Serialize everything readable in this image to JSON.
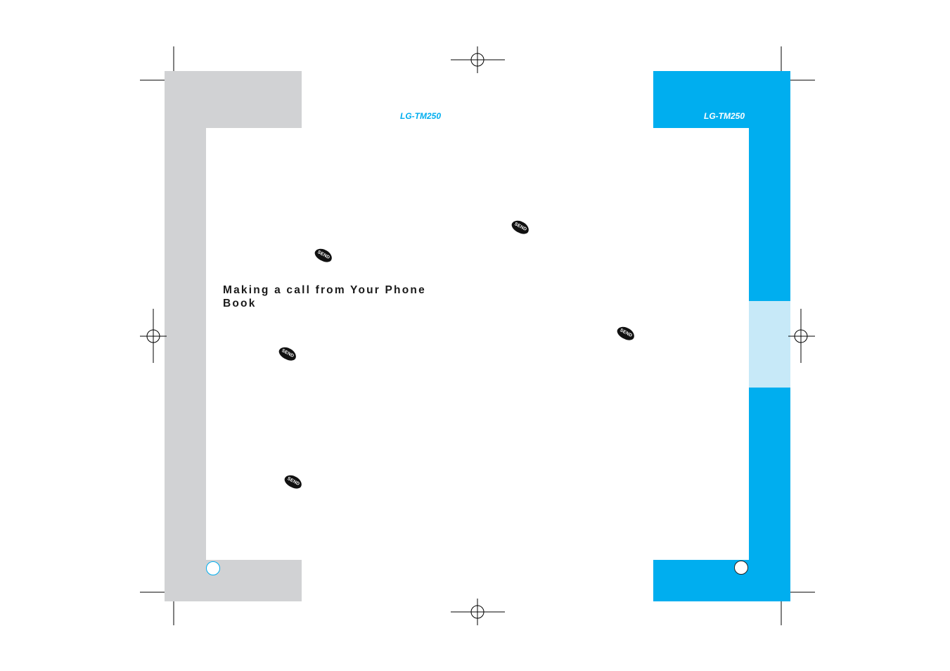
{
  "left_page": {
    "model_label": "LG-TM250",
    "heading": "Making a call from Your Phone Book"
  },
  "right_page": {
    "model_label": "LG-TM250"
  },
  "send_key_label": "SEND",
  "colors": {
    "brand_blue": "#00aeef",
    "tab_highlight": "#c7e9f8",
    "frame_gray": "#d1d2d4"
  }
}
